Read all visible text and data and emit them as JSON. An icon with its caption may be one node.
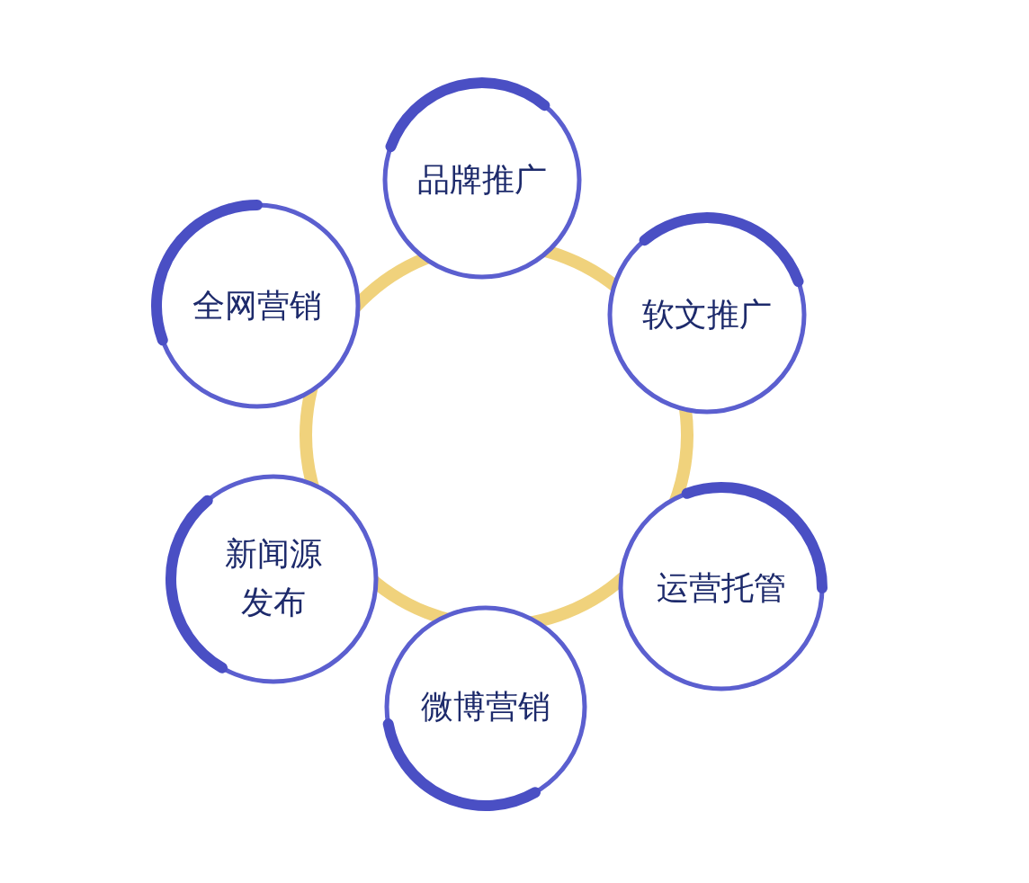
{
  "diagram": {
    "nodes": [
      {
        "text": [
          "品牌推广"
        ]
      },
      {
        "text": [
          "全网营销"
        ]
      },
      {
        "text": [
          "软文推广"
        ]
      },
      {
        "text": [],
        "shape": "circle"
      },
      {
        "text": [
          "新闻源发布"
        ]
      },
      {
        "text": [
          "运营托管"
        ]
      },
      {
        "text": [
          "微博营销"
        ]
      }
    ]
  }
}
